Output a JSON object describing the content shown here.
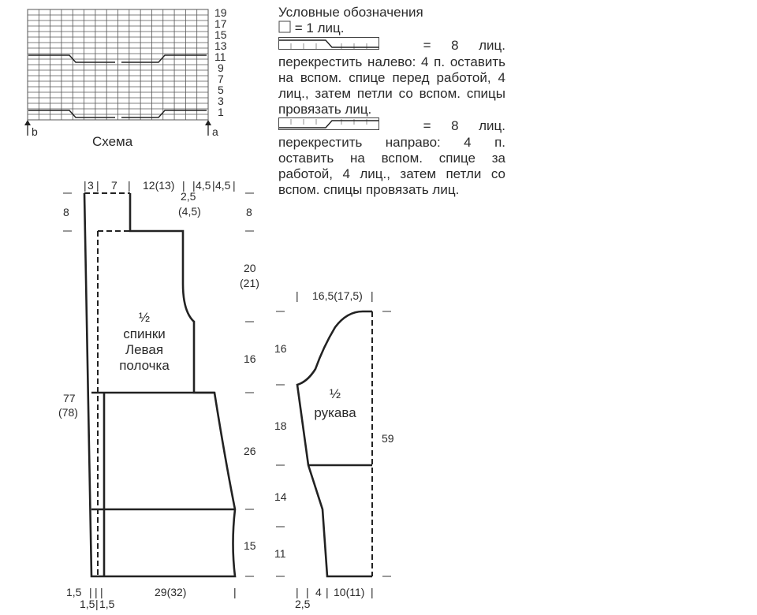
{
  "legend": {
    "title": "Условные обозначения",
    "one_knit": "= 1 лиц.",
    "left_cross": {
      "eq": "=",
      "count": "8",
      "unit": "лиц.",
      "text": "перекрестить налево: 4 п. оставить на вспом. спице перед работой, 4 лиц., затем петли со вспом. спицы провязать лиц."
    },
    "right_cross": {
      "eq": "=",
      "count": "8",
      "unit": "лиц.",
      "text": "перекрестить направо: 4 п. оставить на вспом. спице за работой, 4 лиц., затем петли со вспом. спицы провязать лиц."
    }
  },
  "schema": {
    "caption": "Схема",
    "row_numbers": [
      "19",
      "17",
      "15",
      "13",
      "11",
      "9",
      "7",
      "5",
      "3",
      "1"
    ],
    "marker_a": "a",
    "marker_b": "b"
  },
  "back_piece": {
    "label_line1": "½",
    "label_line2": "спинки",
    "label_line3": "Левая",
    "label_line4": "полочка",
    "top_widths": [
      "3",
      "7",
      "12(13)",
      "4,5",
      "4,5"
    ],
    "neck_width": "2,5",
    "neck_width2": "(4,5)",
    "left_height_top": "8",
    "right_height_top": "8",
    "armhole_height": "20",
    "armhole_height2": "(21)",
    "armhole_lower": "16",
    "total_height": "77",
    "total_height2": "(78)",
    "side_height": "26",
    "bottom_height": "15",
    "bottom_widths_1": "1,5",
    "bottom_widths_2": "1,5",
    "bottom_widths_3": "1,5",
    "bottom_width_main": "29(32)"
  },
  "sleeve": {
    "label_line1": "½",
    "label_line2": "рукава",
    "top_width": "16,5(17,5)",
    "cap_height": "16",
    "height_2": "18",
    "height_3": "14",
    "height_4": "11",
    "total_length": "59",
    "bottom_1": "2,5",
    "bottom_2": "4",
    "bottom_3": "10(11)"
  }
}
